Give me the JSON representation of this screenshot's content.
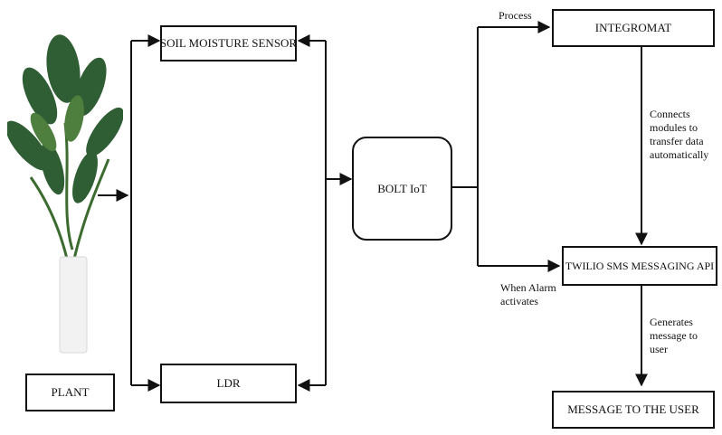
{
  "boxes": {
    "plant": "PLANT",
    "soil": "SOIL MOISTURE SENSOR",
    "ldr": "LDR",
    "bolt": "BOLT IoT",
    "integromat": "INTEGROMAT",
    "twilio": "TWILIO SMS MESSAGING API",
    "message": "MESSAGE TO THE USER"
  },
  "edge_labels": {
    "process": "Process",
    "connects": [
      "Connects",
      "modules to",
      "transfer data",
      "automatically"
    ],
    "alarm": [
      "When Alarm",
      "activates"
    ],
    "generates": [
      "Generates",
      "message to",
      "user"
    ]
  }
}
